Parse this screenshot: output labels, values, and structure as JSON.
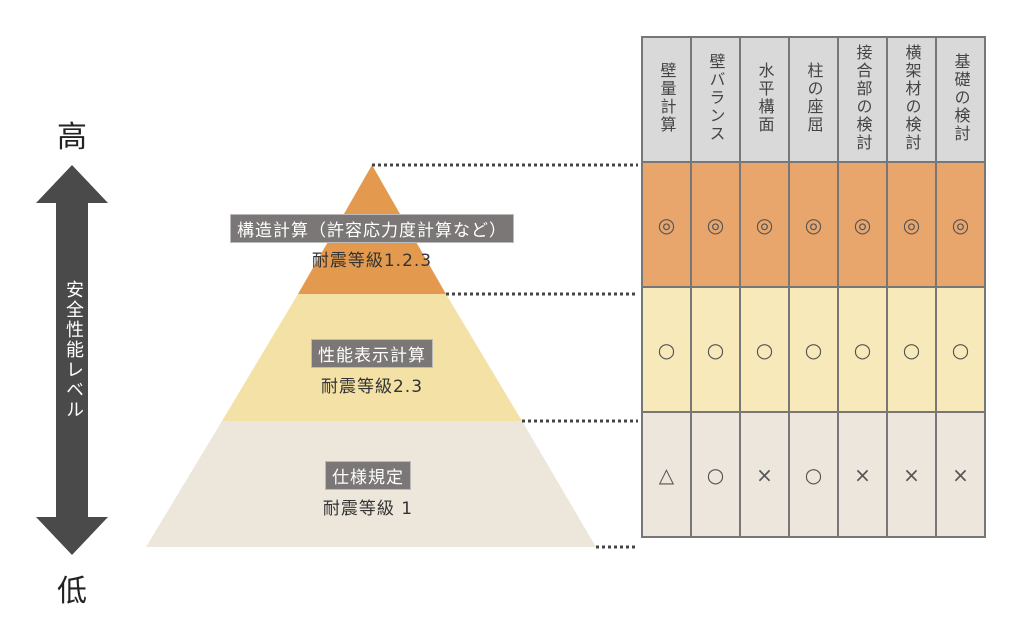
{
  "axis": {
    "high": "高",
    "low": "低",
    "label": "安全性能レベル"
  },
  "levels": [
    {
      "method": "構造計算（許容応力度計算など）",
      "grade": "耐震等級1.2.3",
      "color": "#e39a4e"
    },
    {
      "method": "性能表示計算",
      "grade": "耐震等級2.3",
      "color": "#f3e1a6"
    },
    {
      "method": "仕様規定",
      "grade": "耐震等級 1",
      "color": "#ece6db"
    }
  ],
  "table": {
    "headers": [
      "壁量計算",
      "壁バランス",
      "水平構面",
      "柱の座屈",
      "接合部の検討",
      "横架材の検討",
      "基礎の検討"
    ],
    "rows": [
      [
        "◎",
        "◎",
        "◎",
        "◎",
        "◎",
        "◎",
        "◎"
      ],
      [
        "○",
        "○",
        "○",
        "○",
        "○",
        "○",
        "○"
      ],
      [
        "△",
        "○",
        "×",
        "○",
        "×",
        "×",
        "×"
      ]
    ]
  }
}
